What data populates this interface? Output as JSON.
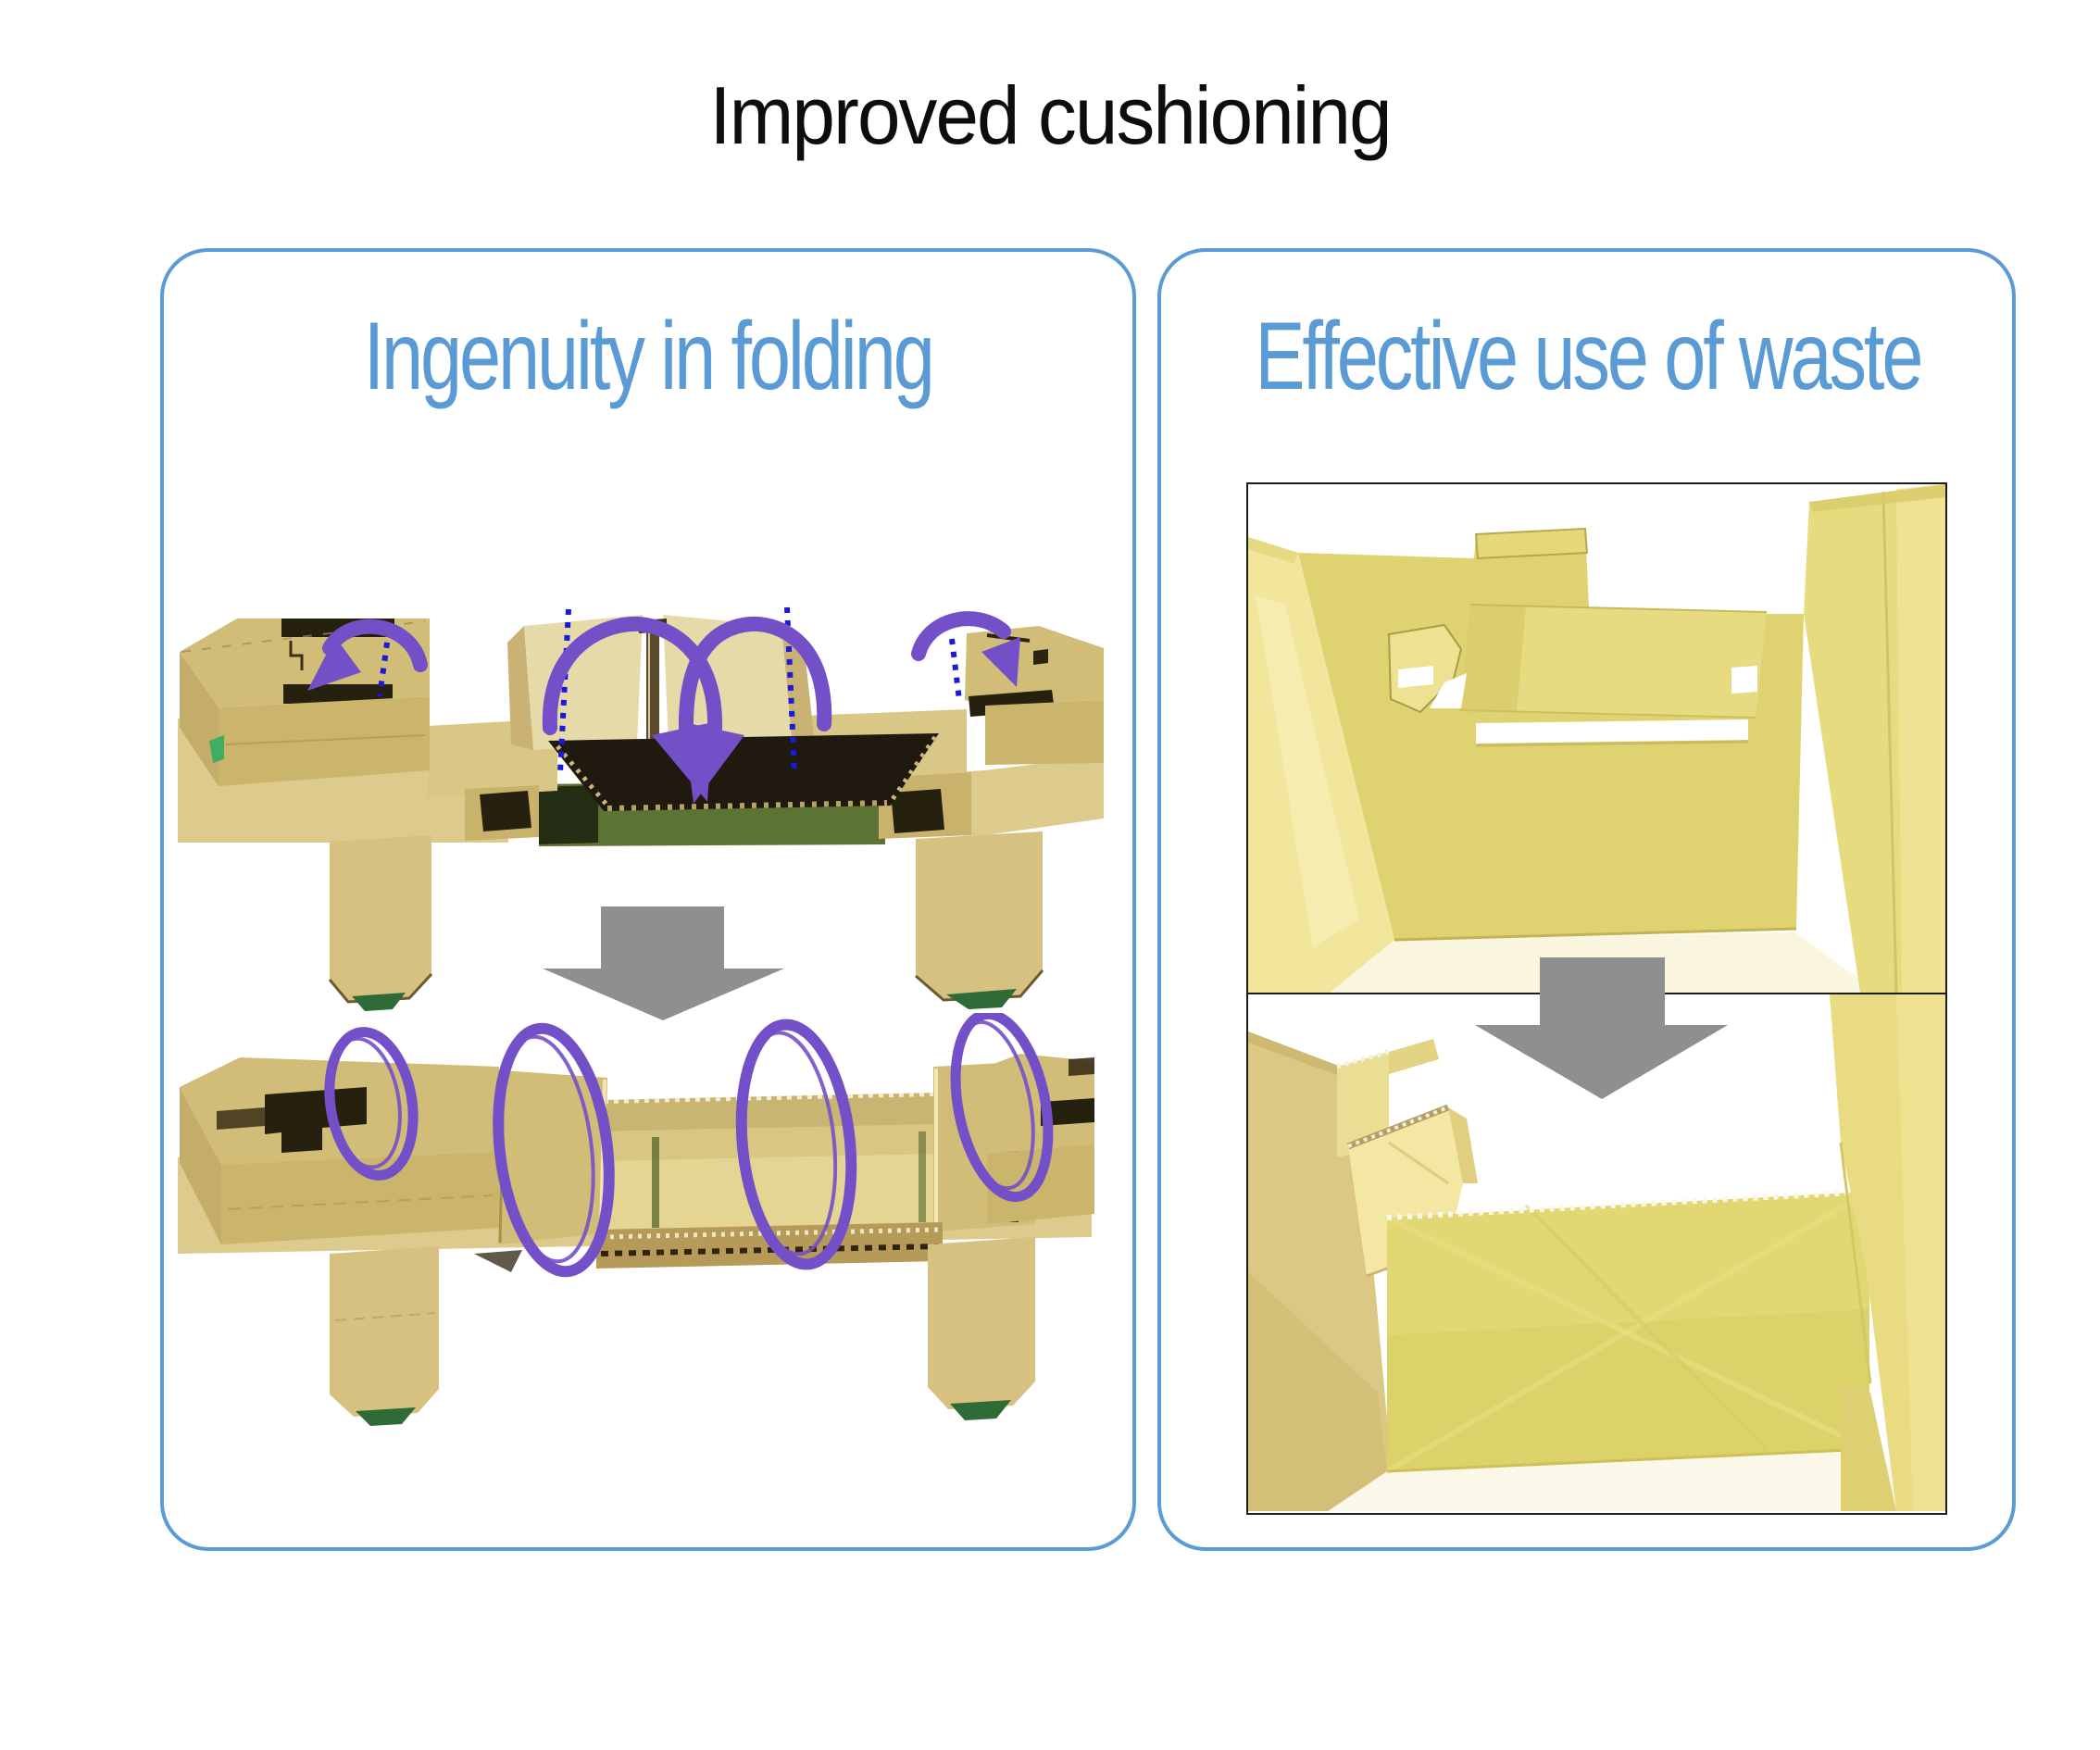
{
  "title": "Improved cushioning",
  "panels": {
    "left": {
      "heading": "Ingenuity in folding"
    },
    "right": {
      "heading": "Effective use of waste"
    }
  },
  "colors": {
    "accent_blue": "#5B9BD5",
    "annotation_purple": "#7450C8",
    "fold_line_blue": "#1A1AD9",
    "transform_arrow_gray": "#8F8F8F",
    "photo_frame_border": "#1C1C1C",
    "cardboard_tan": "#D2BD78",
    "cardboard_yellow": "#E0D472"
  }
}
